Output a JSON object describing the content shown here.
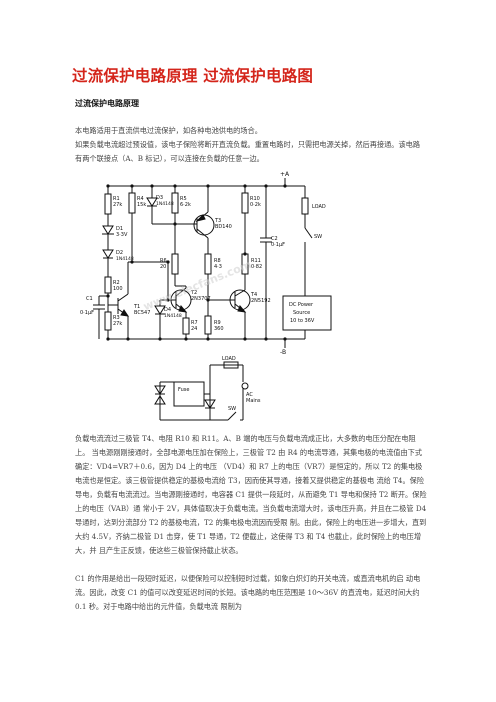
{
  "title": "过流保护电路原理  过流保护电路图",
  "subtitle": "过流保护电路原理",
  "paragraphs": {
    "p1": "本电路适用于直流供电过流保护，如各种电池供电的场合。",
    "p2": "如果负载电流超过预设值，该电子保险将断开直流负载。重置电路时，只需把电源关掉，然后再接通。该电路有两个联接点（A、B 标记），可以连接在负载的任意一边。",
    "p3": "负载电流流过三极管 T4、电阻 R10 和 R11。A、B 端的电压与负载电流成正比，大多数的电压分配在电阻上。 当电源刚刚接通时，全部电源电压加在保险上，三极管 T2 由 R4 的电流导通，其集电极的电流值由下式确定：VD4=VR7＋0.6，因为 D4 上的电压 （VD4）和 R7 上的电压（VR7）是恒定的，所以 T2 的集电极电流也是恒定。该三极管提供稳定的基极电流给 T3，因而使其导通，接着又提供稳定的基极电 流给 T4。保险导电，负载有电流流过。当电源刚接通时，电容器 C1 提供一段延时，从而避免 T1 导电和保持 T2 断开。保险上的电压（VAB）通 常小于 2V，具体值取决于负载电流。当负载电流增大时，该电压升高，并且在二极管 D4 导通时，达到分流部分 T2 的基极电流，T2 的集电极电流因而受限 制。由此，保险上的电压进一步增大，直到大约 4.5V，齐纳二极管 D1 击穿，使 T1 导通，T2 便截止，这使得 T3 和 T4 也截止，此时保险上的电压增大，并 且产生正反馈，使这些三极管保持截止状态。",
    "p4": "C1 的作用是给出一段短时延迟，以便保险可以控制短时过载，如象白炽灯的开关电流，或直流电机的启 动电流。因此，改变 C1 的值可以改变延迟时间的长短。该电路的电压范围是 10～36V 的直流电，延迟时间大约 0.1 秒。对于电路中给出的元件值，负载电流 限制为"
  },
  "schematic": {
    "node_a": "+A",
    "node_b": "-B",
    "r1": "R1",
    "r1_val": "27k",
    "r4": "R4",
    "r4_val": "15k",
    "d3": "D3",
    "d3_val": "1N4148",
    "r5": "R5",
    "r5_val": "6·2k",
    "t3": "T3",
    "t3_val": "BD140",
    "r10": "R10",
    "r10_val": "0·2k",
    "d1": "D1",
    "d1_val": "3·3V",
    "d2": "D2",
    "d2_val": "1N4148",
    "r2": "R2",
    "r2_val": "100",
    "c1": "C1",
    "c1_val": "0·1µF",
    "t1": "T1",
    "t1_val": "BC547",
    "r3": "R3",
    "r3_val": "27k",
    "r6": "R6",
    "r6_val": "20",
    "t2": "T2",
    "t2_val": "2N3707",
    "r8": "R8",
    "r8_val": "4·3",
    "r11": "R11",
    "r11_val": "0·82",
    "t4": "T4",
    "t4_val": "2N5192",
    "d4": "D4",
    "d4_val": "1N4148",
    "r7": "R7",
    "r7_val": "24",
    "r9": "R9",
    "r9_val": "360",
    "c2": "C2",
    "c2_val": "0·1µF",
    "load": "LOAD",
    "sw": "SW",
    "psu_l1": "DC Power",
    "psu_l2": "Source",
    "psu_l3": "10 to 36V",
    "watermark": "www.elecfans.com"
  },
  "inset": {
    "load": "LOAD",
    "fuse": "Fuse",
    "ac_l1": "AC",
    "ac_l2": "Mains",
    "sw": "SW"
  }
}
